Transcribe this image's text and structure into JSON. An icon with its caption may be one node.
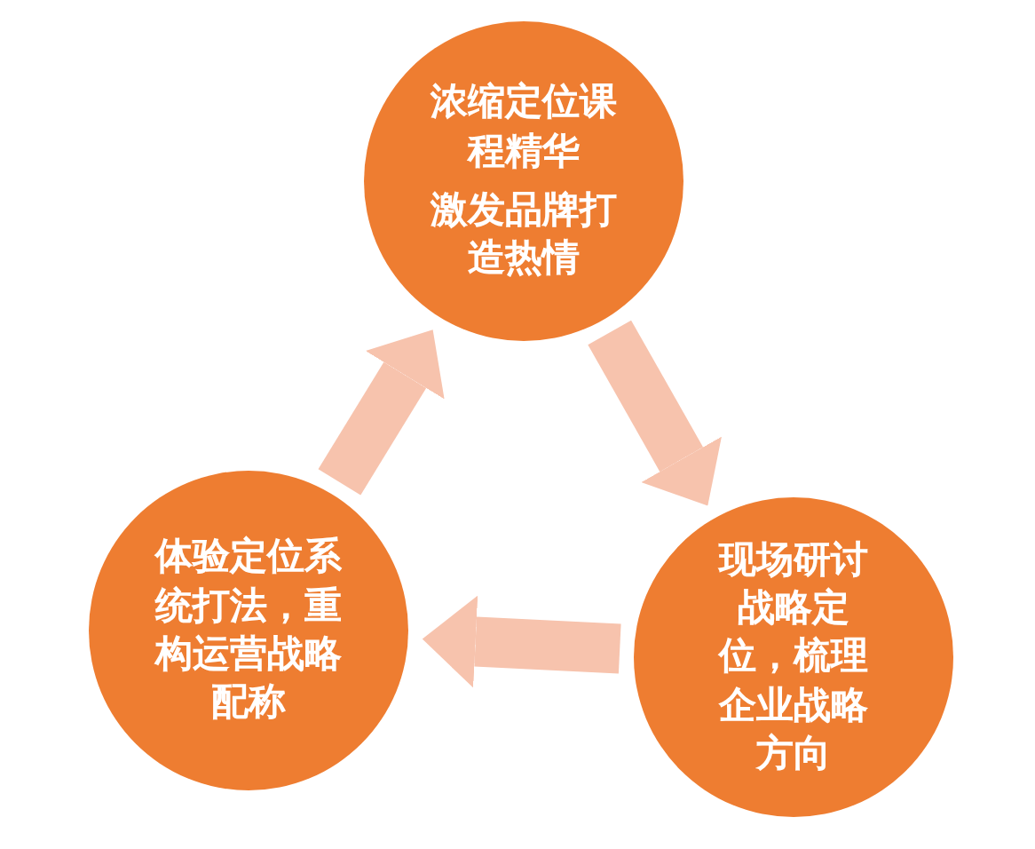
{
  "diagram": {
    "nodes": [
      {
        "text": [
          "浓缩定位课程精华",
          "激发品牌打造热情"
        ]
      },
      {
        "text": [
          "现场研讨战略定位，梳理企业战略方向"
        ]
      },
      {
        "text": [
          "体验定位系统打法，重构运营战略配称"
        ]
      }
    ],
    "edges": [
      {
        "from": 0,
        "to": 1,
        "arrow": "to"
      },
      {
        "from": 1,
        "to": 2,
        "arrow": "to"
      },
      {
        "from": 2,
        "to": 0,
        "arrow": "to"
      }
    ]
  }
}
